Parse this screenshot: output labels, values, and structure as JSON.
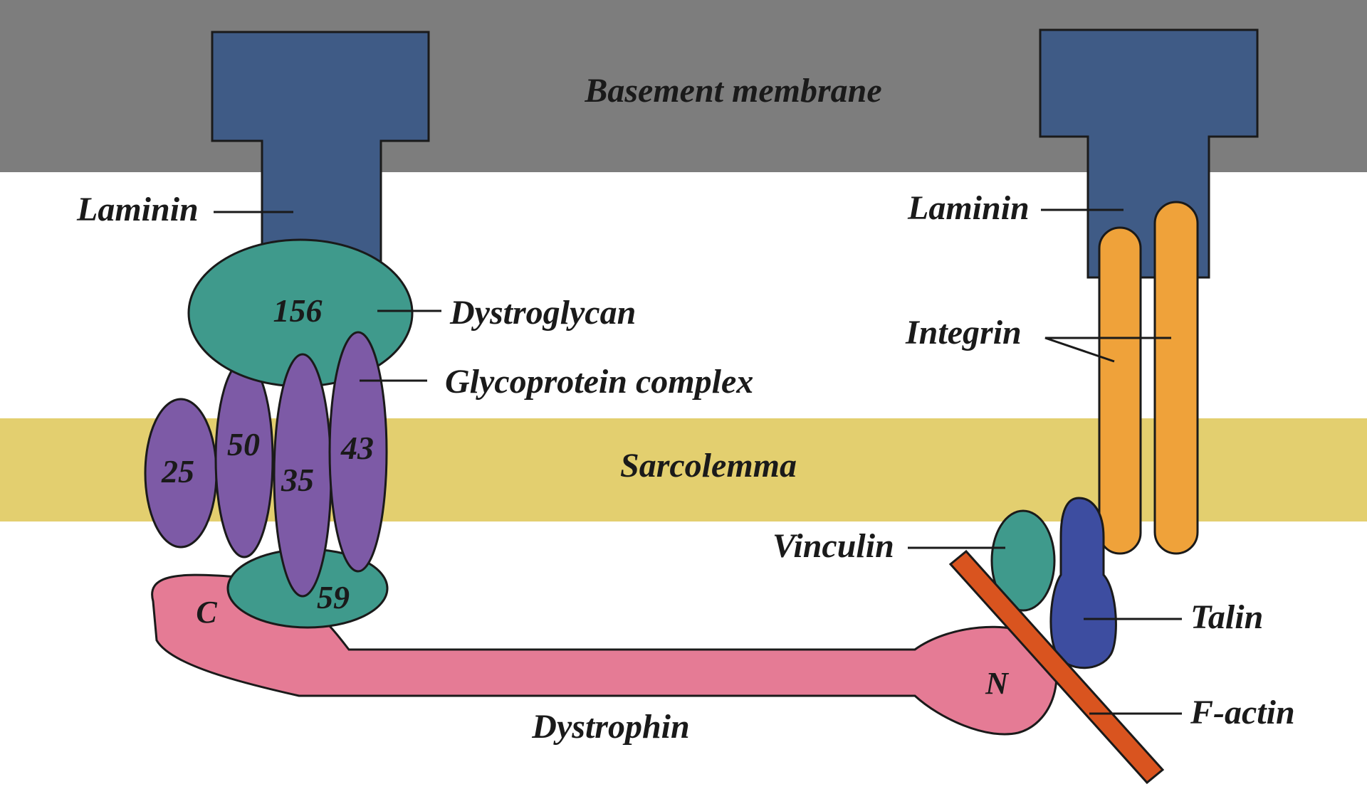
{
  "colors": {
    "basement_membrane": "#7d7d7d",
    "sarcolemma": "#e3cf6f",
    "laminin": "#3f5b86",
    "dystroglycan": "#3f9a8c",
    "glycoprotein": "#7d5aa6",
    "dystrophin": "#e57b95",
    "integrin": "#efa23a",
    "vinculin": "#3f9a8c",
    "talin": "#3d4da0",
    "f_actin": "#d9541f"
  },
  "regions": {
    "basement_membrane": "Basement membrane",
    "sarcolemma": "Sarcolemma"
  },
  "labels": {
    "laminin_left": "Laminin",
    "laminin_right": "Laminin",
    "dystroglycan": "Dystroglycan",
    "glycoprotein_complex": "Glycoprotein complex",
    "dystrophin": "Dystrophin",
    "integrin": "Integrin",
    "vinculin": "Vinculin",
    "talin": "Talin",
    "f_actin": "F-actin"
  },
  "subunits": {
    "dystroglycan_156": "156",
    "glyco_25": "25",
    "glyco_50": "50",
    "glyco_35": "35",
    "glyco_43": "43",
    "dystroglycan_59": "59",
    "dystrophin_c": "C",
    "dystrophin_n": "N"
  }
}
